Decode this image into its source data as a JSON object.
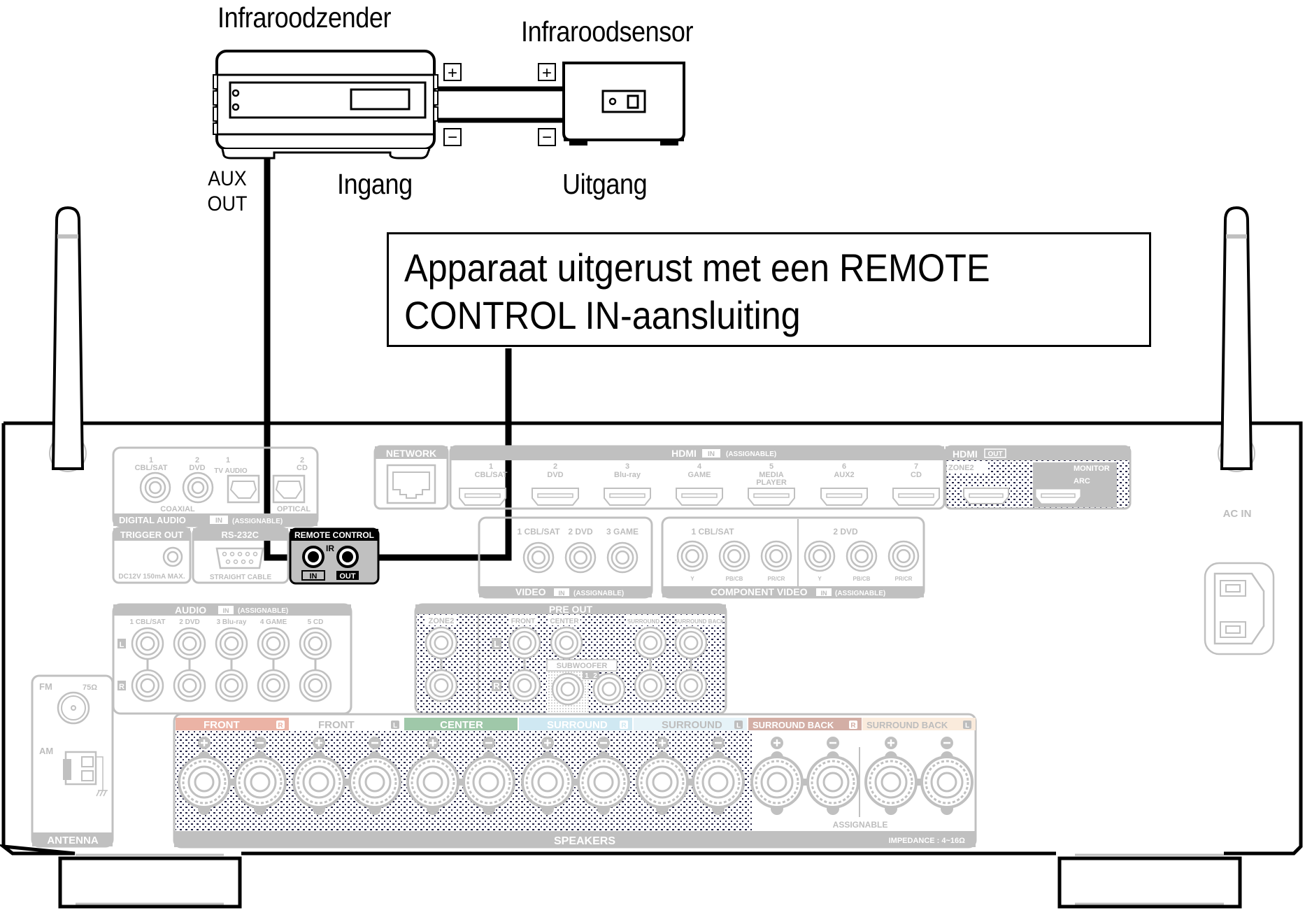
{
  "labels": {
    "ir_transmitter": "Infraroodzender",
    "ir_sensor": "Infraroodsensor",
    "aux_out": [
      "AUX",
      "OUT"
    ],
    "input": "Ingang",
    "output": "Uitgang",
    "plus": "+",
    "minus": "−"
  },
  "callout": {
    "line1": "Apparaat uitgerust met een REMOTE",
    "line2": "CONTROL IN-aansluiting"
  },
  "receiver": {
    "digital_audio": {
      "title": "DIGITAL AUDIO",
      "in_badge": "IN",
      "assignable": "(ASSIGNABLE)",
      "coaxial": "COAXIAL",
      "optical": "OPTICAL",
      "inputs": [
        {
          "num": "1",
          "name": "CBL/SAT"
        },
        {
          "num": "2",
          "name": "DVD"
        },
        {
          "num": "1",
          "name": "TV AUDIO"
        },
        {
          "num": "2",
          "name": "CD"
        }
      ]
    },
    "trigger_out": {
      "title": "TRIGGER OUT",
      "spec": "DC12V 150mA MAX."
    },
    "rs232c": {
      "title": "RS-232C",
      "note": "STRAIGHT CABLE"
    },
    "remote_control": {
      "title": "REMOTE CONTROL",
      "ir": "IR",
      "in": "IN",
      "out": "OUT"
    },
    "network": {
      "title": "NETWORK"
    },
    "hdmi_in": {
      "title": "HDMI",
      "badge": "IN",
      "assignable": "(ASSIGNABLE)",
      "ports": [
        {
          "num": "1",
          "name": "CBL/SAT"
        },
        {
          "num": "2",
          "name": "DVD"
        },
        {
          "num": "3",
          "name": "Blu-ray"
        },
        {
          "num": "4",
          "name": "GAME"
        },
        {
          "num": "5",
          "name": "MEDIA PLAYER"
        },
        {
          "num": "6",
          "name": "AUX2"
        },
        {
          "num": "7",
          "name": "CD"
        }
      ]
    },
    "hdmi_out": {
      "title": "HDMI",
      "badge": "OUT",
      "zone2": "ZONE2",
      "monitor": "MONITOR",
      "arc": "ARC"
    },
    "video": {
      "title": "VIDEO",
      "badge": "IN",
      "assignable": "(ASSIGNABLE)",
      "inputs": [
        "1 CBL/SAT",
        "2 DVD",
        "3 GAME"
      ]
    },
    "component_video": {
      "title": "COMPONENT VIDEO",
      "badge": "IN",
      "assignable": "(ASSIGNABLE)",
      "groups": [
        "1 CBL/SAT",
        "2 DVD"
      ],
      "channels": [
        "Y",
        "PB/CB",
        "PR/CR"
      ]
    },
    "audio_in": {
      "title": "AUDIO",
      "badge": "IN",
      "assignable": "(ASSIGNABLE)",
      "inputs": [
        "1 CBL/SAT",
        "2 DVD",
        "3 Blu-ray",
        "4 GAME",
        "5 CD"
      ],
      "left": "L",
      "right": "R"
    },
    "pre_out": {
      "title": "PRE OUT",
      "labels": [
        "ZONE2",
        "FRONT",
        "CENTER",
        "SURROUND",
        "SURROUND BACK"
      ],
      "subwoofer": "SUBWOOFER",
      "sub_nums": [
        "1",
        "2"
      ],
      "left": "L",
      "right": "R"
    },
    "antenna": {
      "title": "ANTENNA",
      "fm": "FM",
      "fm_ohm": "75Ω",
      "am": "AM"
    },
    "ac_in": "AC IN",
    "speakers": {
      "title": "SPEAKERS",
      "assignable": "ASSIGNABLE",
      "impedance": "IMPEDANCE : 4~16Ω",
      "channels": [
        {
          "label": "FRONT",
          "side": "R",
          "color": "#ebb3a5"
        },
        {
          "label": "FRONT",
          "side": "L",
          "color": "#ffffff"
        },
        {
          "label": "CENTER",
          "side": "",
          "color": "#9fc8a9"
        },
        {
          "label": "SURROUND",
          "side": "R",
          "color": "#cfe8f2"
        },
        {
          "label": "SURROUND",
          "side": "L",
          "color": "#e6f3f8"
        },
        {
          "label": "SURROUND BACK",
          "side": "R",
          "color": "#d3aea5"
        },
        {
          "label": "SURROUND BACK",
          "side": "L",
          "color": "#faebdc"
        }
      ]
    }
  },
  "colors": {
    "line": "#000000",
    "panel_gray": "#c0c0c0",
    "panel_text": "#bdbdbd"
  }
}
